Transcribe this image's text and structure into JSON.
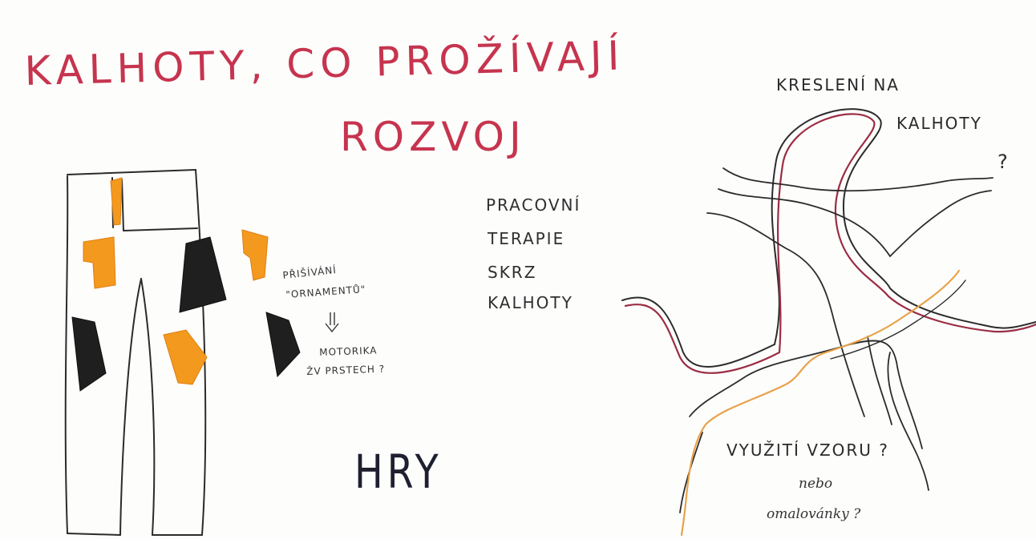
{
  "title": {
    "line1": "KALHOTY, CO PROŽÍVAJÍ",
    "line2": "ROZVOJ"
  },
  "pants_notes": {
    "line1": "PŘIŠÍVÁNÍ",
    "line2": "\"ORNAMENTŮ\"",
    "arrow": "⇓",
    "line3": "MOTORIKA",
    "line4": "ŽV PRSTECH ?"
  },
  "therapy": {
    "line1": "PRACOVNÍ",
    "line2": "TERAPIE",
    "line3": "SKRZ",
    "line4": "KALHOTY"
  },
  "games": "HRY",
  "drawing_notes": {
    "line1": "KRESLENÍ NA",
    "line2": "KALHOTY",
    "question": "?"
  },
  "pattern_notes": {
    "line1": "VYUŽITÍ VZORU ?",
    "line2": "nebo",
    "line3": "omalovánky ?"
  },
  "colors": {
    "title_red": "#c6344e",
    "orange": "#f39a1e",
    "black_patch": "#1f1f1f",
    "wine_line": "#9b2d44",
    "pencil": "#2b2b2b",
    "light_orange_line": "#f0a850"
  }
}
